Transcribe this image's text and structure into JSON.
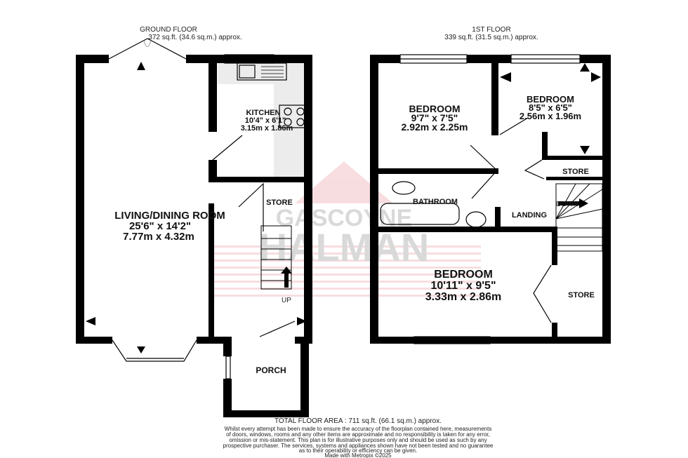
{
  "ground_floor": {
    "title": "GROUND FLOOR",
    "area": "372 sq.ft. (34.6 sq.m.) approx.",
    "rooms": [
      {
        "name": "LIVING/DINING ROOM",
        "imperial": "25'6\"  x 14'2\"",
        "metric": "7.77m  x 4.32m"
      },
      {
        "name": "KITCHEN",
        "imperial": "10'4\"  x 6'1\"",
        "metric": "3.15m  x 1.86m"
      },
      {
        "name": "STORE"
      },
      {
        "name": "PORCH"
      }
    ],
    "stair_label": "UP"
  },
  "first_floor": {
    "title": "1ST FLOOR",
    "area": "339 sq.ft. (31.5 sq.m.) approx.",
    "rooms": [
      {
        "name": "BEDROOM",
        "imperial": "9'7\"  x 7'5\"",
        "metric": "2.92m  x 2.25m"
      },
      {
        "name": "BEDROOM",
        "imperial": "8'5\"  x 6'5\"",
        "metric": "2.56m  x 1.96m"
      },
      {
        "name": "STORE"
      },
      {
        "name": "BATHROOM"
      },
      {
        "name": "LANDING"
      },
      {
        "name": "BEDROOM",
        "imperial": "10'11\"  x 9'5\"",
        "metric": "3.33m  x 2.86m"
      },
      {
        "name": "STORE"
      }
    ],
    "stair_label": "DOWN"
  },
  "watermark": {
    "line1": "GASCOYNE",
    "line2": "HALMAN",
    "color": "#e8a0a8"
  },
  "footer": {
    "total": "TOTAL FLOOR AREA : 711 sq.ft. (66.1 sq.m.) approx.",
    "disclaimer": [
      "Whilst every attempt has been made to ensure the accuracy of the floorplan contained here, measurements",
      "of doors, windows, rooms and any other items are approximate and no responsibility is taken for any error,",
      "omission or mis-statement. This plan is for illustrative purposes only and should be used as such by any",
      "prospective purchaser. The services, systems and appliances shown have not been tested and no guarantee",
      "as to their operability or efficiency can be given."
    ],
    "credit": "Made with Metropix ©2025"
  }
}
